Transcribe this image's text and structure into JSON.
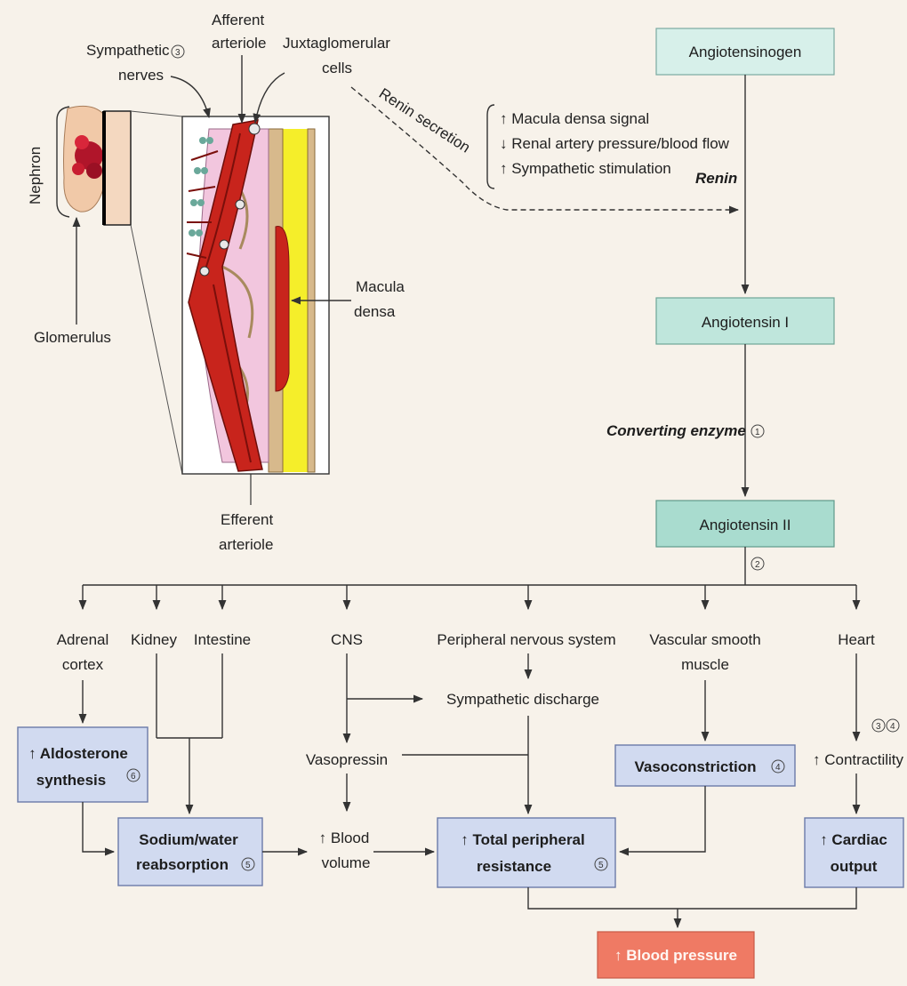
{
  "nodes": {
    "angiotensinogen": "Angiotensinogen",
    "angiotensin1": "Angiotensin I",
    "angiotensin2": "Angiotensin II",
    "renin": "Renin",
    "converting_enzyme": "Converting enzyme",
    "renin_secretion": "Renin secretion"
  },
  "stimuli": [
    "↑ Macula densa signal",
    "↓ Renal artery pressure/blood flow",
    "↑ Sympathetic stimulation"
  ],
  "targets": {
    "adrenal_line1": "Adrenal",
    "adrenal_line2": "cortex",
    "kidney": "Kidney",
    "intestine": "Intestine",
    "cns": "CNS",
    "peripheral": "Peripheral nervous system",
    "vascular_line1": "Vascular smooth",
    "vascular_line2": "muscle",
    "heart": "Heart"
  },
  "effects": {
    "aldosterone_line1": "↑ Aldosterone",
    "aldosterone_line2": "synthesis",
    "sodium_line1": "Sodium/water",
    "sodium_line2": "reabsorption",
    "sympathetic_discharge": "Sympathetic discharge",
    "vasopressin": "Vasopressin",
    "blood_volume_line1": "↑ Blood",
    "blood_volume_line2": "volume",
    "tpr_line1": "↑ Total peripheral",
    "tpr_line2": "resistance",
    "vasoconstriction": "Vasoconstriction",
    "contractility": "↑ Contractility",
    "cardiac_line1": "↑ Cardiac",
    "cardiac_line2": "output",
    "blood_pressure": "↑ Blood pressure"
  },
  "anatomy": {
    "nephron": "Nephron",
    "glomerulus": "Glomerulus",
    "sympathetic_line1": "Sympathetic",
    "sympathetic_line2": "nerves",
    "afferent_line1": "Afferent",
    "afferent_line2": "arteriole",
    "juxta_line1": "Juxtaglomerular",
    "juxta_line2": "cells",
    "macula_line1": "Macula",
    "macula_line2": "densa",
    "efferent_line1": "Efferent",
    "efferent_line2": "arteriole"
  },
  "markers": {
    "m1": "1",
    "m2": "2",
    "m3": "3",
    "m4": "4",
    "m5": "5",
    "m6": "6"
  },
  "colors": {
    "background": "#f7f2ea",
    "angiotensin_box": "#bfe6dc",
    "effect_box": "#d1daf0",
    "blood_pressure_box": "#ef7a64",
    "arteriole": "#c8241c",
    "macula_densa_tube": "#f5ee2a"
  }
}
